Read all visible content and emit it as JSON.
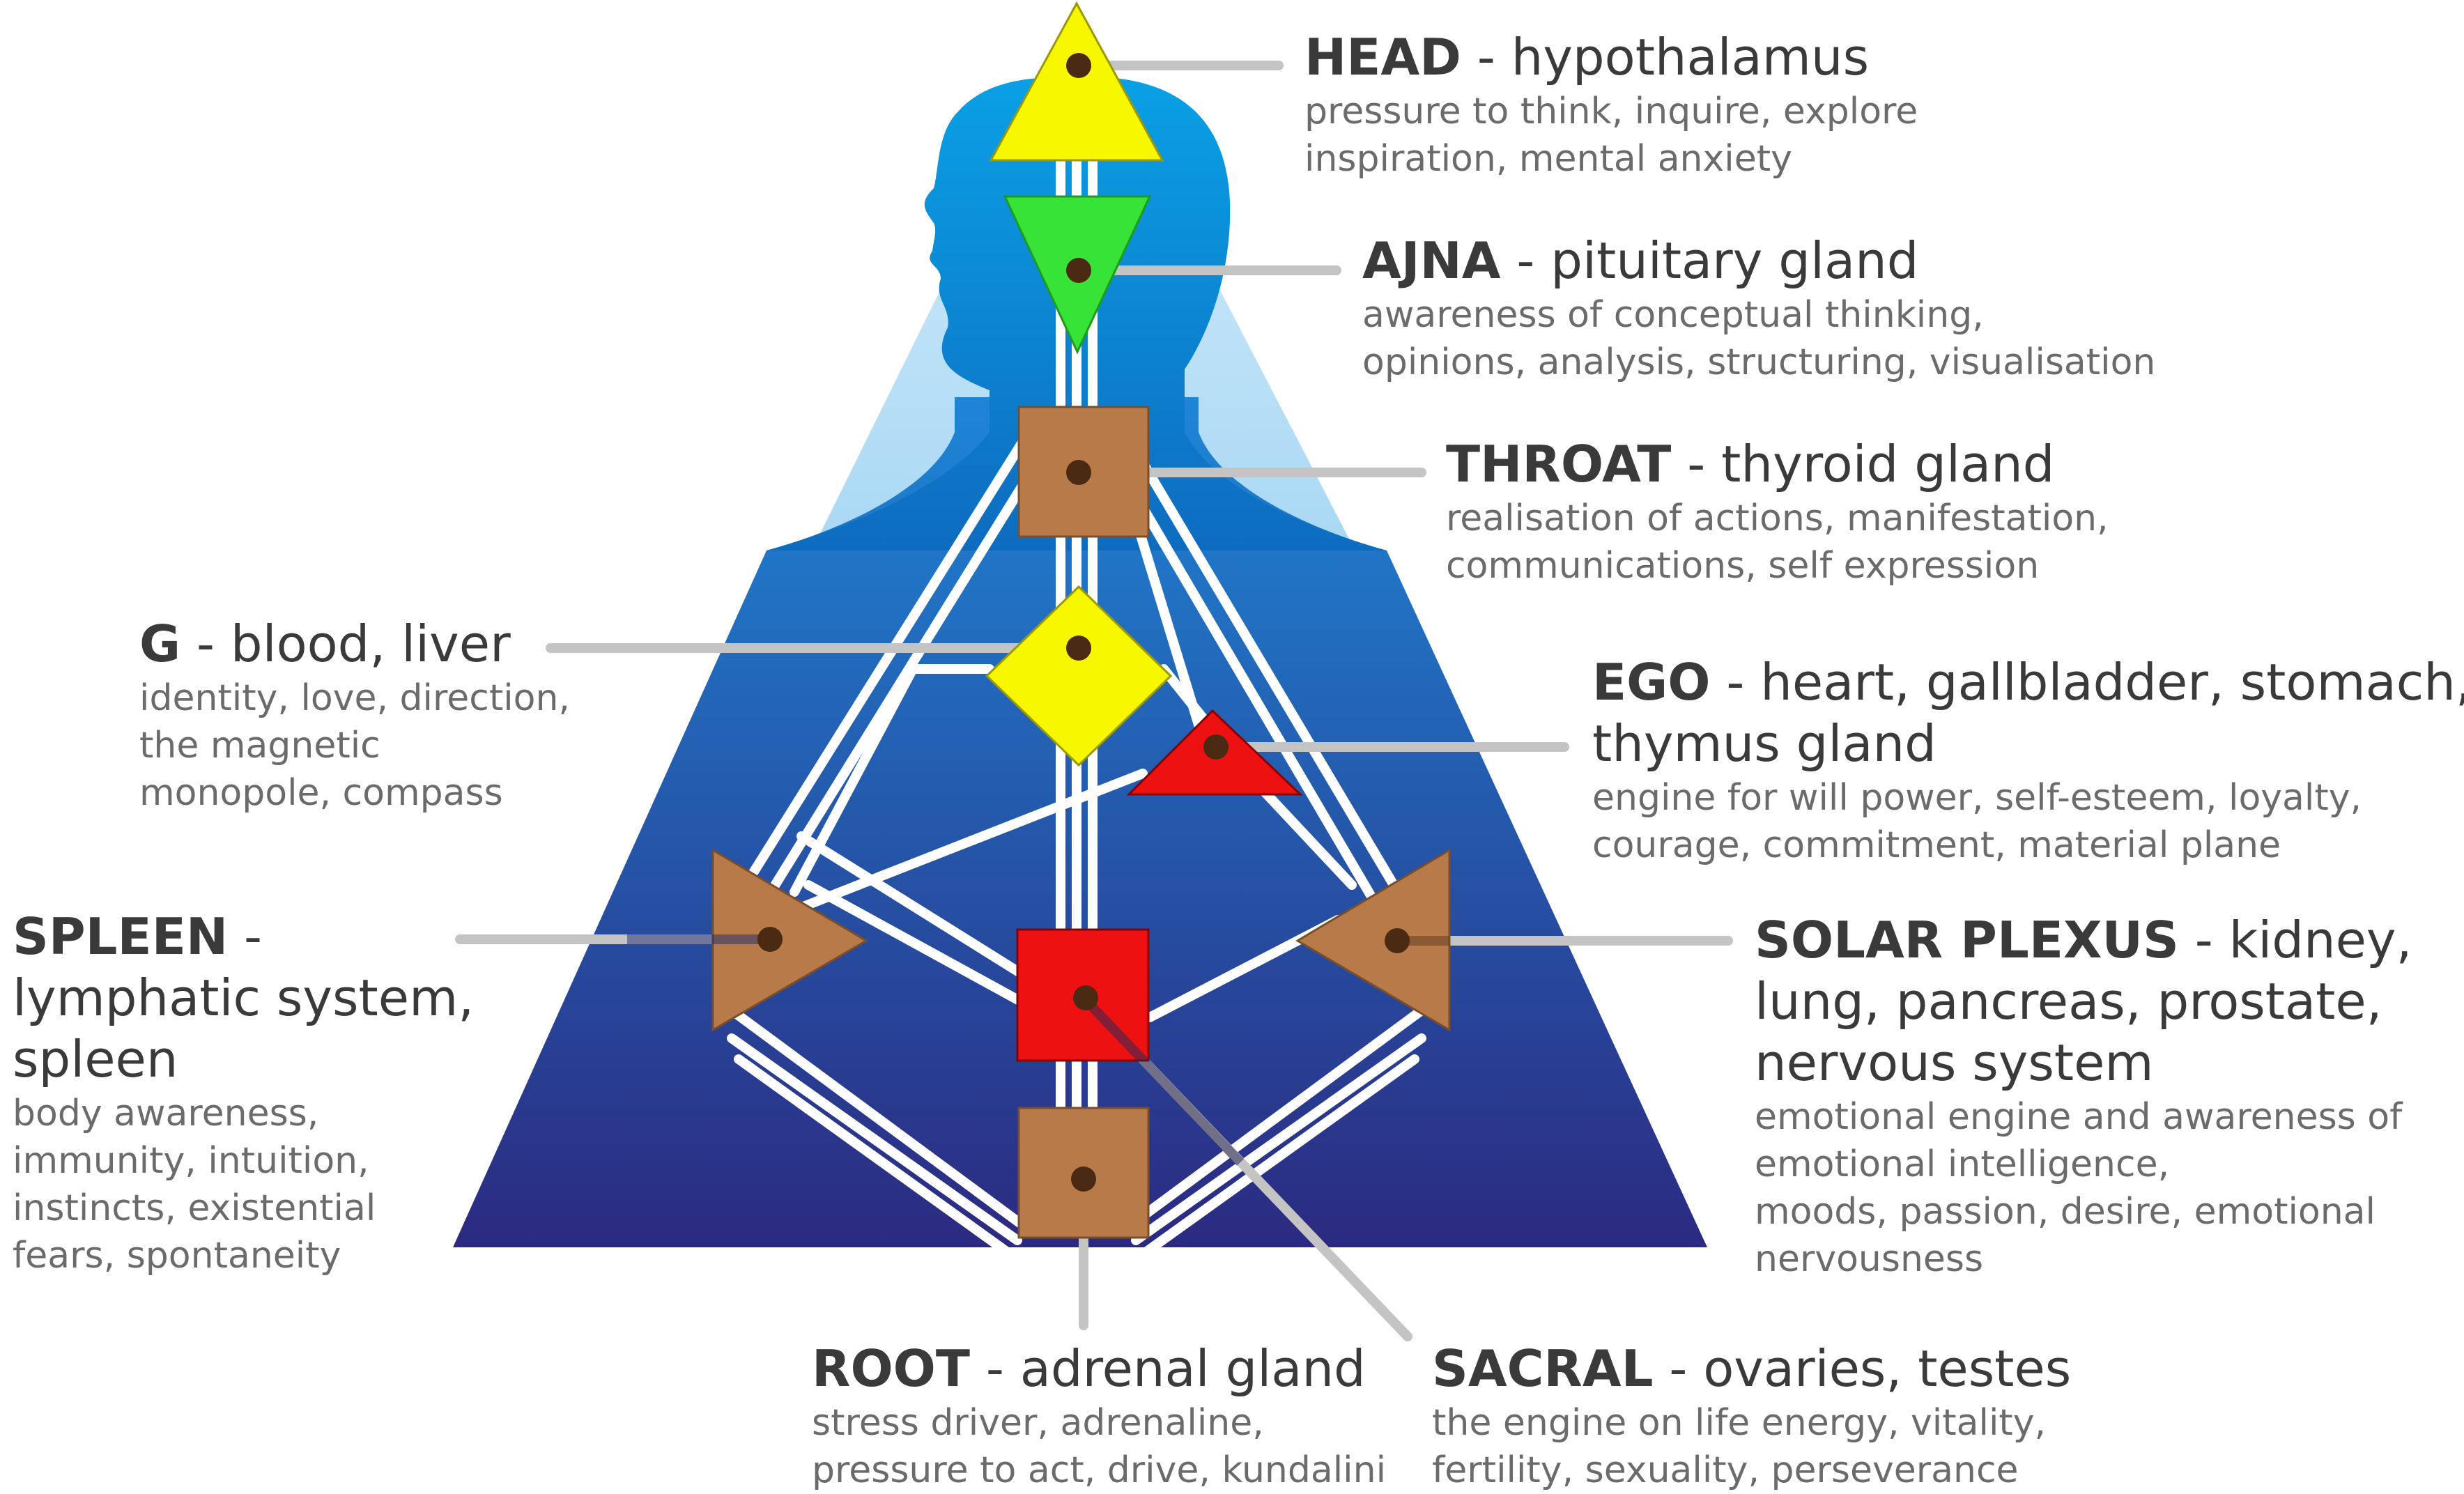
{
  "colors": {
    "background": "#ffffff",
    "triangle_top": "#1e7fd0",
    "triangle_bottom": "#2a2e82",
    "head_glow": "#bfe2f6",
    "silhouette": "#0a87d0",
    "channel": "#ffffff",
    "leader_line": "#c4c4c4",
    "dot": "#4a2a12",
    "yellow": "#f7f700",
    "green": "#38e338",
    "brown": "#b87a48",
    "red": "#ee1111"
  },
  "centers": [
    {
      "id": "head",
      "shape": "triangle-up",
      "color": "yellow",
      "name": "HEAD",
      "organ": " - hypothalamus",
      "desc": [
        "pressure to think, inquire, explore",
        "inspiration, mental anxiety"
      ]
    },
    {
      "id": "ajna",
      "shape": "triangle-down",
      "color": "green",
      "name": "AJNA",
      "organ": " - pituitary gland",
      "desc": [
        "awareness of conceptual thinking,",
        "opinions, analysis, structuring, visualisation"
      ]
    },
    {
      "id": "throat",
      "shape": "square",
      "color": "brown",
      "name": "THROAT",
      "organ": " - thyroid gland",
      "desc": [
        "realisation of actions, manifestation,",
        "communications, self expression"
      ]
    },
    {
      "id": "g",
      "shape": "diamond",
      "color": "yellow",
      "name": "G",
      "organ": " - blood, liver",
      "desc": [
        "identity, love, direction,",
        "the magnetic",
        "monopole, compass"
      ]
    },
    {
      "id": "ego",
      "shape": "triangle-up",
      "color": "red",
      "name": "EGO",
      "organ": " - heart, gallbladder, stomach,",
      "organ2": "thymus gland",
      "desc": [
        "engine for will power, self-esteem, loyalty,",
        "courage, commitment, material plane"
      ]
    },
    {
      "id": "spleen",
      "shape": "triangle-right",
      "color": "brown",
      "name": "SPLEEN",
      "organ": " -",
      "organ2": "lymphatic system,",
      "organ3": "spleen",
      "desc": [
        "body awareness,",
        "immunity, intuition,",
        "instincts, existential",
        "fears, spontaneity"
      ]
    },
    {
      "id": "solar",
      "shape": "triangle-left",
      "color": "brown",
      "name": "SOLAR PLEXUS",
      "organ": " - kidney,",
      "organ2": "lung, pancreas, prostate,",
      "organ3": "nervous system",
      "desc": [
        "emotional engine and awareness of",
        "emotional intelligence,",
        "moods, passion, desire, emotional",
        "nervousness"
      ]
    },
    {
      "id": "sacral",
      "shape": "square",
      "color": "red",
      "name": "SACRAL",
      "organ": " - ovaries, testes",
      "desc": [
        "the engine on life energy, vitality,",
        "fertility, sexuality, perseverance"
      ]
    },
    {
      "id": "root",
      "shape": "square",
      "color": "brown",
      "name": "ROOT",
      "organ": " - adrenal gland",
      "desc": [
        "stress driver, adrenaline,",
        "pressure to act, drive, kundalini"
      ]
    }
  ]
}
